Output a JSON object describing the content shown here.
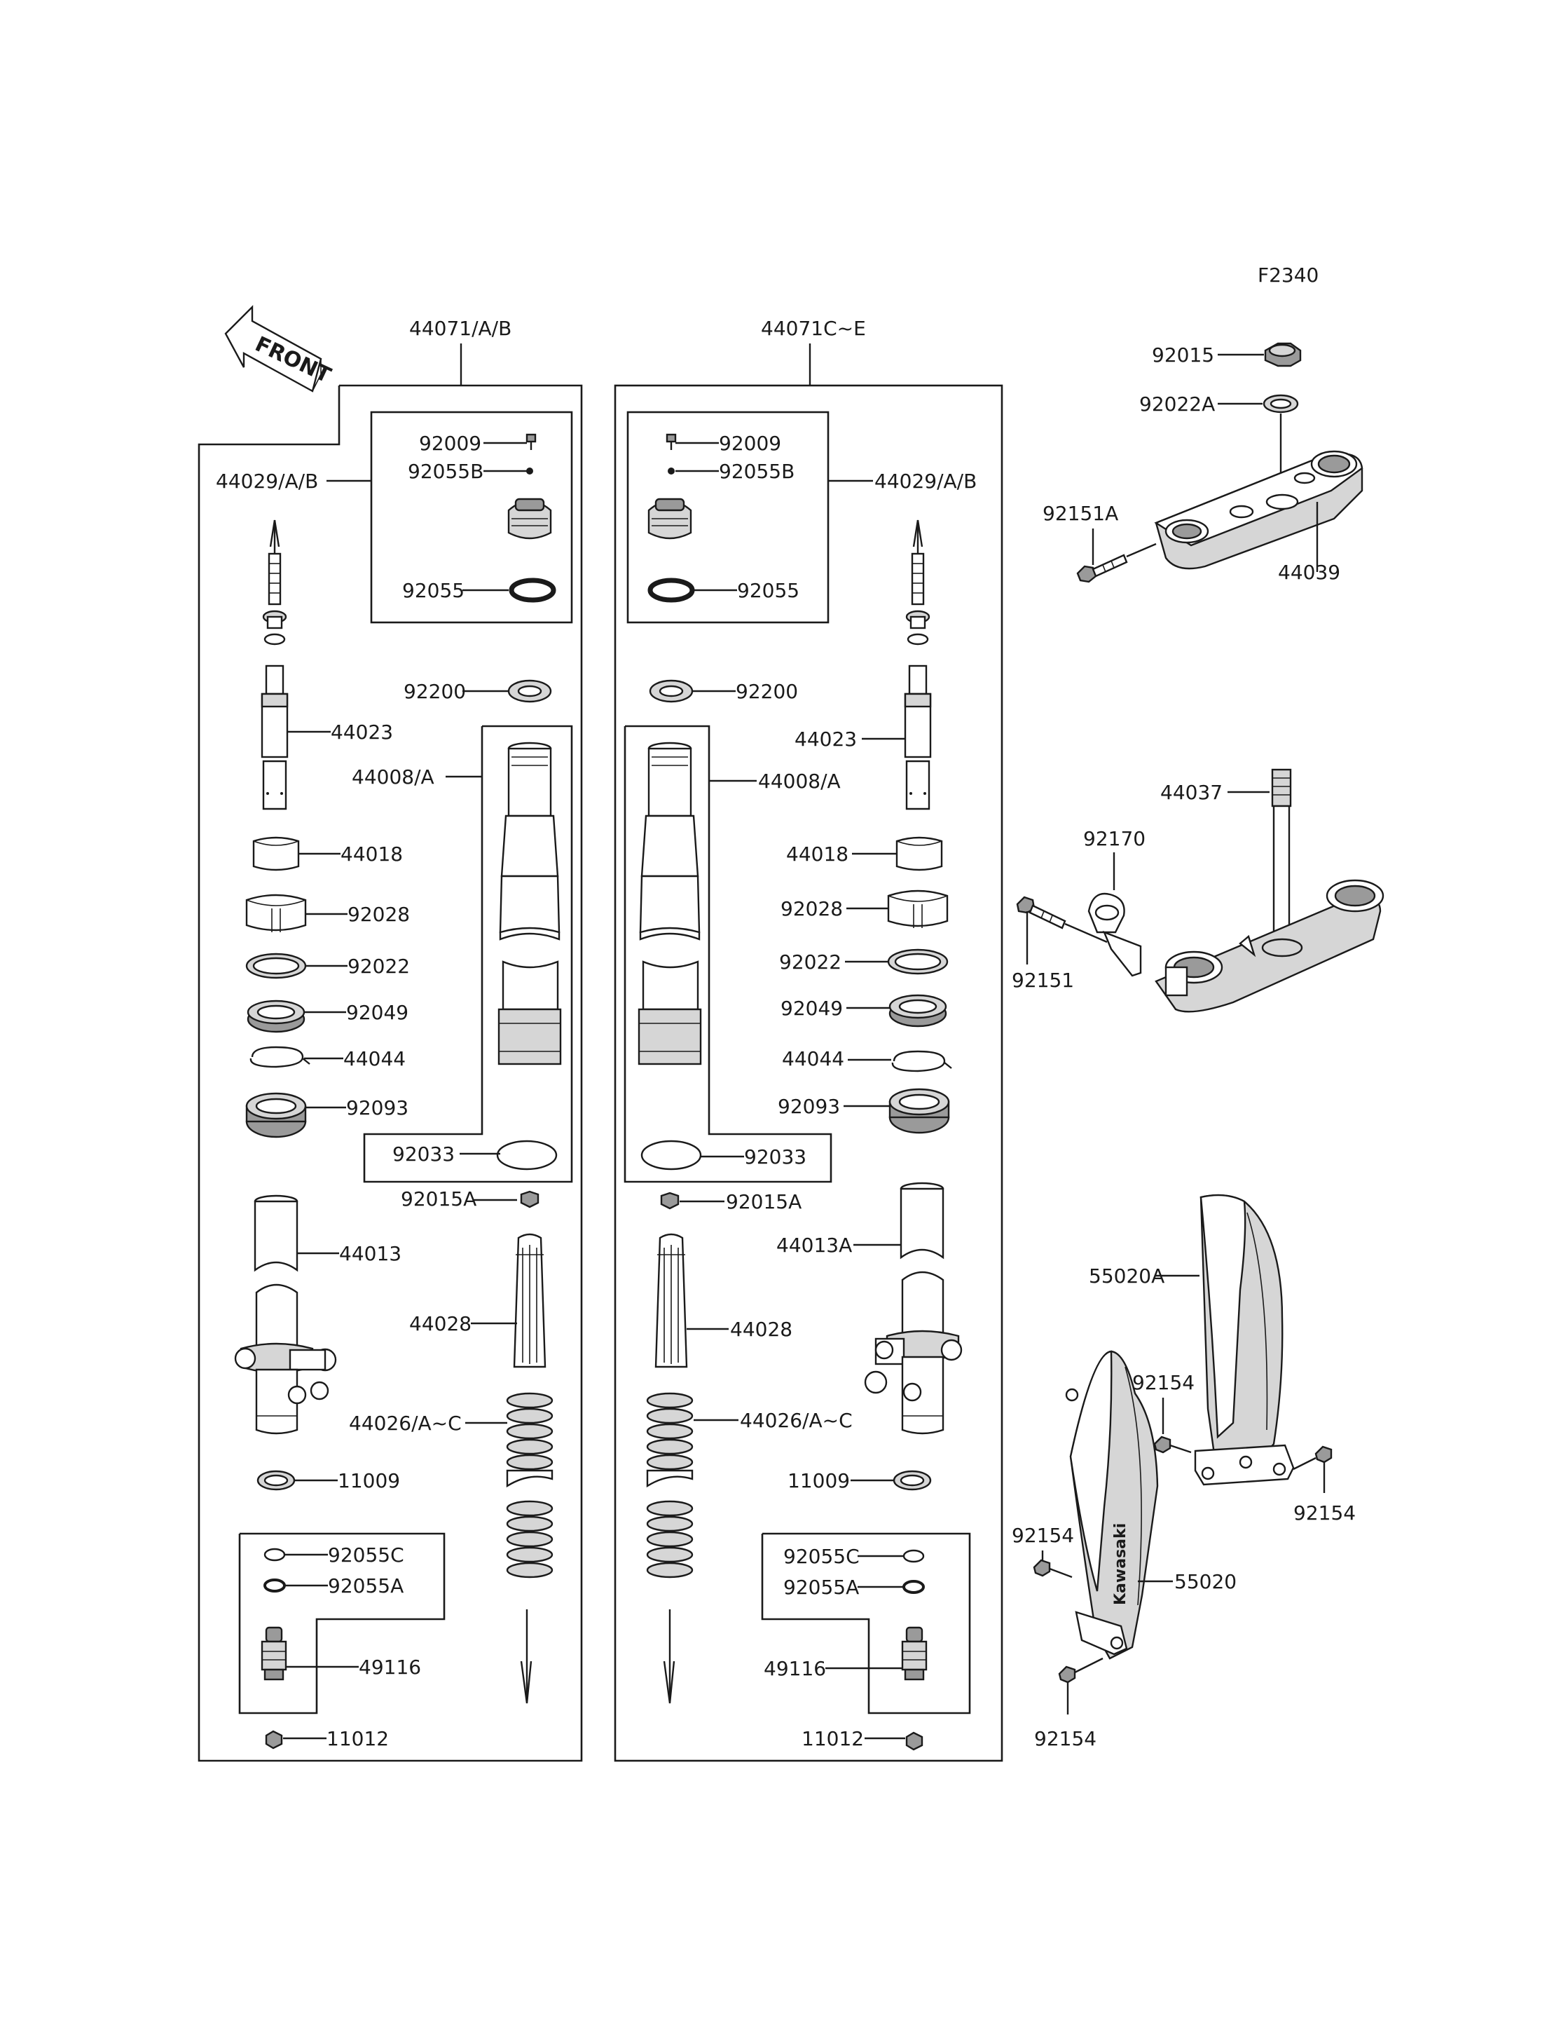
{
  "figure_code": "F2340",
  "front_arrow_label": "FRONT",
  "left_assembly": {
    "title": "44071/A/B",
    "labels": {
      "p92009": "92009",
      "p92055B": "92055B",
      "p44029": "44029/A/B",
      "p92055": "92055",
      "p92200": "92200",
      "p44023": "44023",
      "p44008": "44008/A",
      "p44018": "44018",
      "p92028": "92028",
      "p92022": "92022",
      "p92049": "92049",
      "p44044": "44044",
      "p92093": "92093",
      "p92033": "92033",
      "p92015A": "92015A",
      "p44013": "44013",
      "p44028": "44028",
      "p44026": "44026/A~C",
      "p11009": "11009",
      "p92055C": "92055C",
      "p92055A": "92055A",
      "p49116": "49116",
      "p11012": "11012"
    }
  },
  "right_assembly": {
    "title": "44071C~E",
    "labels": {
      "p92009": "92009",
      "p92055B": "92055B",
      "p44029": "44029/A/B",
      "p92055": "92055",
      "p92200": "92200",
      "p44023": "44023",
      "p44008": "44008/A",
      "p44018": "44018",
      "p92028": "92028",
      "p92022": "92022",
      "p92049": "92049",
      "p44044": "44044",
      "p92093": "92093",
      "p92033": "92033",
      "p92015A": "92015A",
      "p44013A": "44013A",
      "p44028": "44028",
      "p44026": "44026/A~C",
      "p11009": "11009",
      "p92055C": "92055C",
      "p92055A": "92055A",
      "p49116": "49116",
      "p11012": "11012"
    }
  },
  "side_parts": {
    "p92015": "92015",
    "p92022A": "92022A",
    "p92151A": "92151A",
    "p44039": "44039",
    "p44037": "44037",
    "p92170": "92170",
    "p92151": "92151",
    "p55020A": "55020A",
    "p92154_a": "92154",
    "p92154_b": "92154",
    "p92154_c": "92154",
    "p92154_d": "92154",
    "p55020": "55020",
    "guard_logo": "Kawasaki"
  }
}
